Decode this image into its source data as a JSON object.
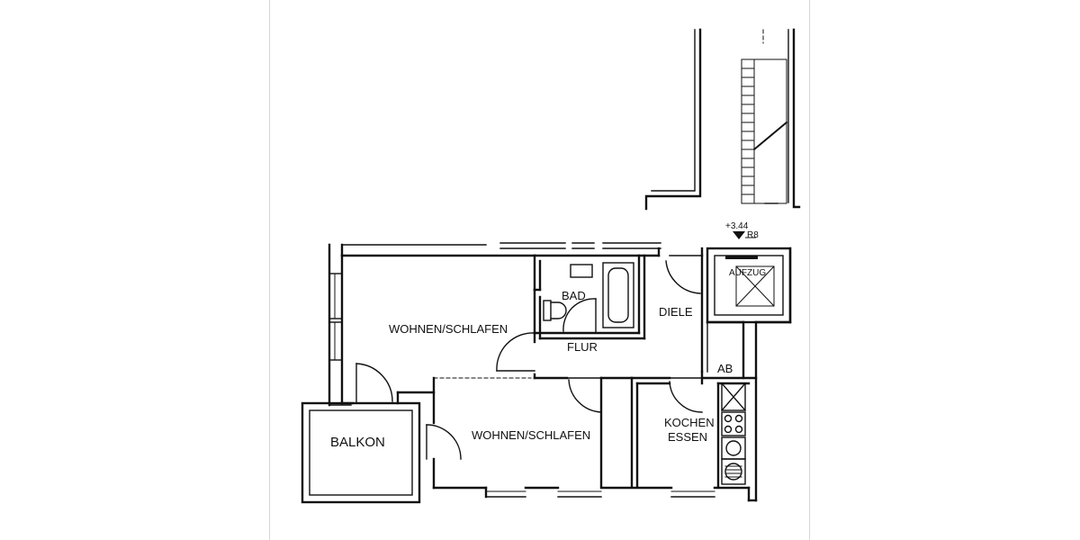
{
  "rooms": {
    "living_bedroom_1": "WOHNEN/SCHLAFEN",
    "living_bedroom_2": "WOHNEN/SCHLAFEN",
    "bathroom": "BAD",
    "hallway": "FLUR",
    "entrance_hall": "DIELE",
    "kitchen_line1": "KOCHEN",
    "kitchen_line2": "ESSEN",
    "balcony": "BALKON",
    "elevator": "AUFZUG",
    "storage": "AB"
  },
  "level": {
    "elevation": "+3.44",
    "marker": "R8"
  },
  "colors": {
    "wall": "#111111",
    "background": "#ffffff",
    "frame": "#d6d6d6"
  }
}
